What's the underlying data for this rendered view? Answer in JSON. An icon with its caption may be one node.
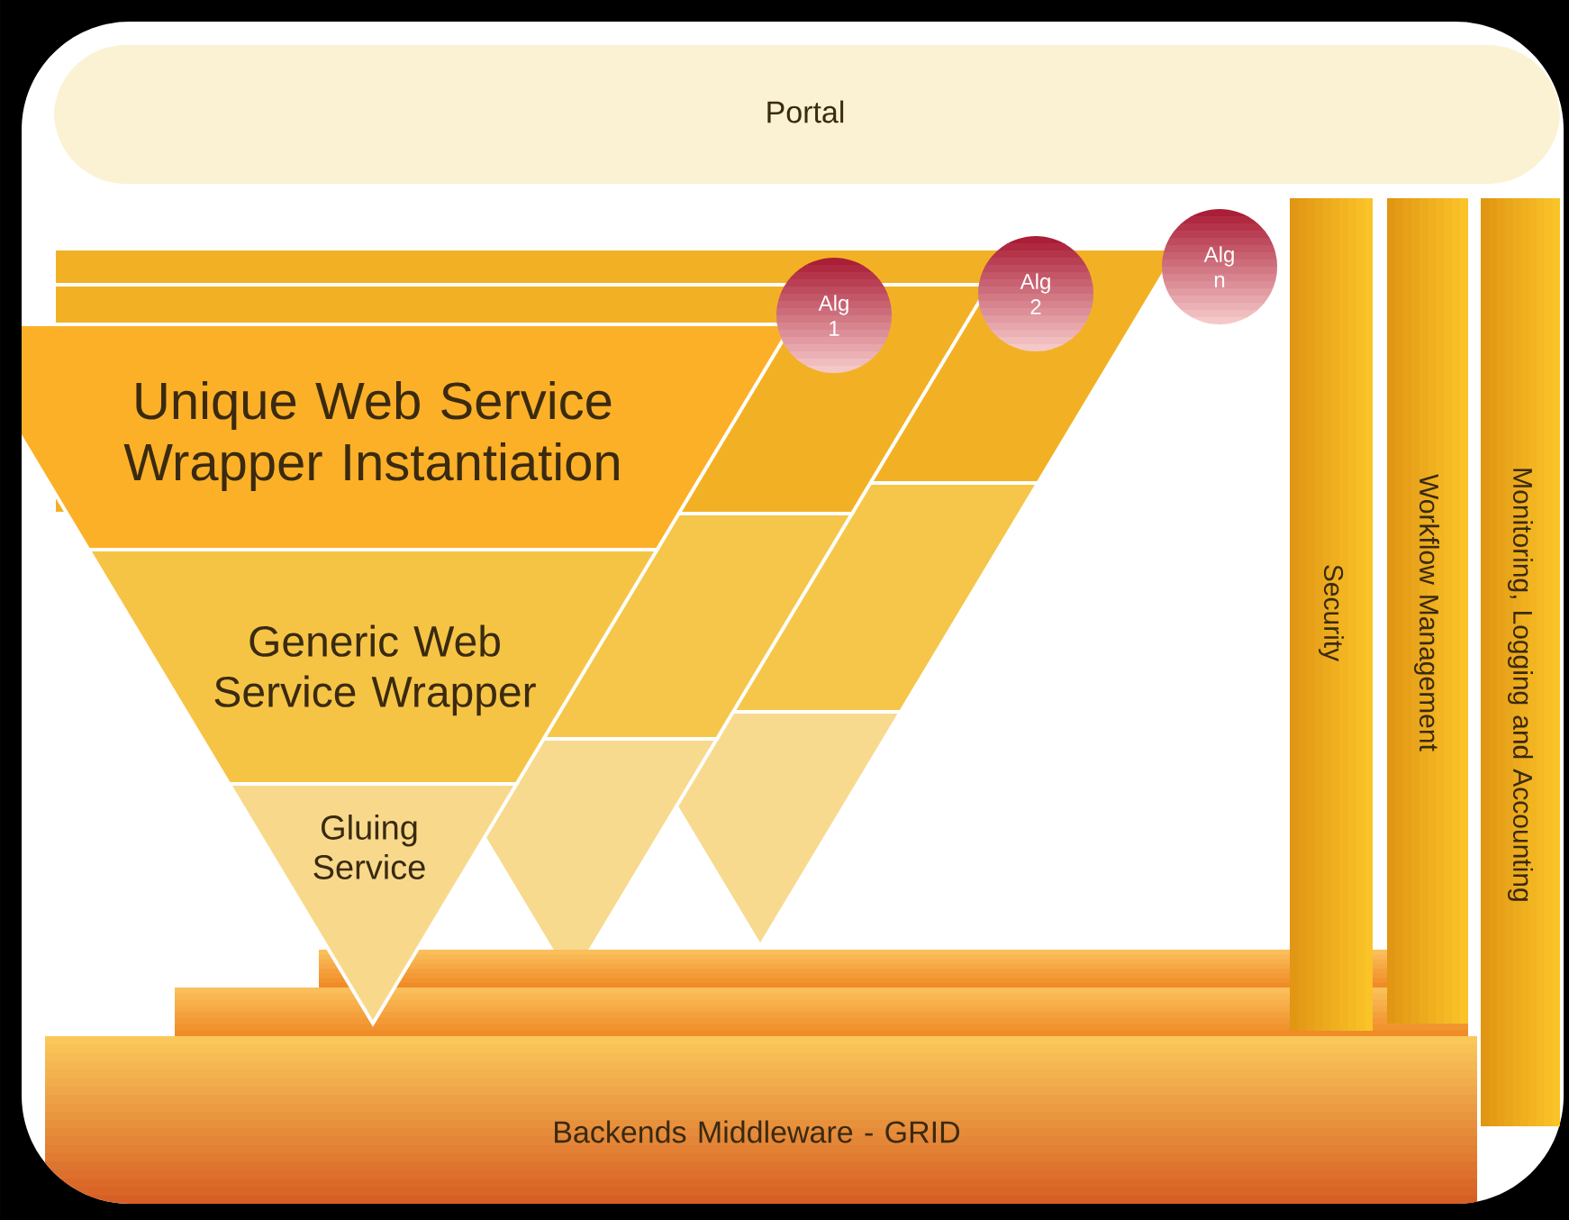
{
  "diagram": {
    "nodes": [
      {
        "text": [
          "Portal"
        ]
      },
      {
        "text": [
          "Unique Web Service Wrapper Instantiation"
        ]
      },
      {
        "text": [
          "Generic Web Service Wrapper"
        ]
      },
      {
        "text": [
          "Gluing Service"
        ]
      },
      {
        "text": [
          "Alg 1"
        ]
      },
      {
        "text": [
          "Alg 2"
        ]
      },
      {
        "text": [
          "Alg n"
        ]
      },
      {
        "text": [
          "Security"
        ]
      },
      {
        "text": [
          "Workflow Management"
        ]
      },
      {
        "text": [
          "Monitoring, Logging and Accounting"
        ]
      },
      {
        "text": [
          "Backends Middleware - GRID"
        ]
      }
    ]
  }
}
